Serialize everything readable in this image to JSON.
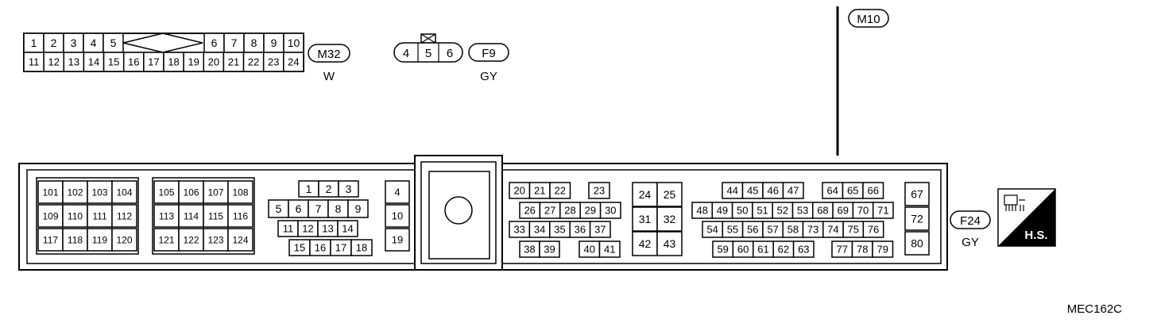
{
  "connectors": {
    "m32": {
      "label": "M32",
      "color": "W",
      "row1_left": [
        "1",
        "2",
        "3",
        "4",
        "5"
      ],
      "row1_right": [
        "6",
        "7",
        "8",
        "9",
        "10"
      ],
      "row2": [
        "11",
        "12",
        "13",
        "14",
        "15",
        "16",
        "17",
        "18",
        "19",
        "20",
        "21",
        "22",
        "23",
        "24"
      ]
    },
    "f9": {
      "label": "F9",
      "color": "GY",
      "pins": [
        "4",
        "5",
        "6"
      ]
    },
    "m10": {
      "label": "M10"
    },
    "f24": {
      "label": "F24",
      "color": "GY",
      "pins": {
        "g1": [
          "101",
          "102",
          "103",
          "104",
          "109",
          "110",
          "111",
          "112",
          "117",
          "118",
          "119",
          "120"
        ],
        "g2": [
          "105",
          "106",
          "107",
          "108",
          "113",
          "114",
          "115",
          "116",
          "121",
          "122",
          "123",
          "124"
        ],
        "g3_row1": [
          "1",
          "2",
          "3"
        ],
        "g3_row2": [
          "5",
          "6",
          "7",
          "8",
          "9"
        ],
        "g3_row3": [
          "11",
          "12",
          "13",
          "14"
        ],
        "g3_row4": [
          "15",
          "16",
          "17",
          "18"
        ],
        "g4": [
          "4",
          "10",
          "19"
        ],
        "g5_row1a": [
          "20",
          "21",
          "22"
        ],
        "g5_row1b": [
          "23"
        ],
        "g5_row2": [
          "26",
          "27",
          "28",
          "29",
          "30"
        ],
        "g5_row3": [
          "33",
          "34",
          "35",
          "36",
          "37"
        ],
        "g5_row4a": [
          "38",
          "39"
        ],
        "g5_row4b": [
          "40",
          "41"
        ],
        "g6": [
          "24",
          "25",
          "31",
          "32",
          "42",
          "43"
        ],
        "g7_row1a": [
          "44",
          "45",
          "46",
          "47"
        ],
        "g7_row1b": [
          "64",
          "65",
          "66"
        ],
        "g7_row2": [
          "48",
          "49",
          "50",
          "51",
          "52",
          "53",
          "68",
          "69",
          "70",
          "71"
        ],
        "g7_row3": [
          "54",
          "55",
          "56",
          "57",
          "58",
          "73",
          "74",
          "75",
          "76"
        ],
        "g7_row4a": [
          "59",
          "60",
          "61",
          "62",
          "63"
        ],
        "g7_row4b": [
          "77",
          "78",
          "79"
        ],
        "g8": [
          "67",
          "72",
          "80"
        ]
      }
    }
  },
  "hs_label": "H.S.",
  "figure_code": "MEC162C"
}
